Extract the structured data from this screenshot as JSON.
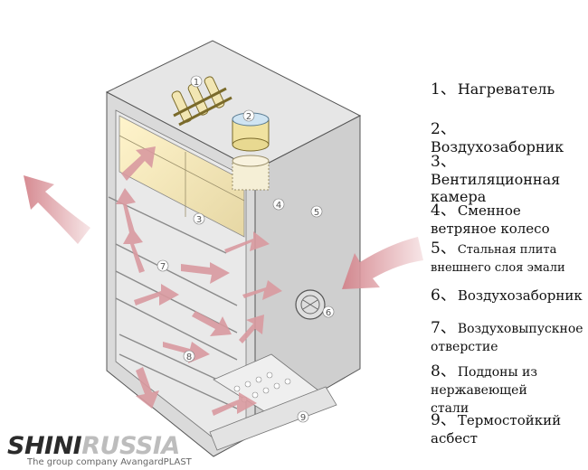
{
  "legend": [
    {
      "num": "1、",
      "text": "Нагреватель"
    },
    {
      "num": "2、",
      "text": "Воздухозаборник"
    },
    {
      "num": "3、",
      "text": "Вентиляционная камера"
    },
    {
      "num": "4、",
      "text": "Сменное ветряное колесо"
    },
    {
      "num": "5、",
      "text": "Стальная плита внешнего слоя эмали"
    },
    {
      "num": "6、",
      "text": "Воздухозаборник"
    },
    {
      "num": "7、",
      "text": "Воздуховыпускное отверстие"
    },
    {
      "num": "8、",
      "text": "Поддоны из нержавеющей стали"
    },
    {
      "num": "9、",
      "text": "Термостойкий асбест"
    }
  ],
  "callouts": [
    "1",
    "2",
    "3",
    "4",
    "5",
    "6",
    "7",
    "8",
    "9"
  ],
  "logo": {
    "brand_a": "SHINI",
    "brand_b": "RUSSIA",
    "subtitle": "The group company AvangardPLAST"
  },
  "colors": {
    "cabinet": "#d6d6d6",
    "cabinet_side": "#c4c4c4",
    "cabinet_top": "#e4e4e4",
    "arrow": "#d9959b",
    "heater": "#f0e2a8"
  }
}
